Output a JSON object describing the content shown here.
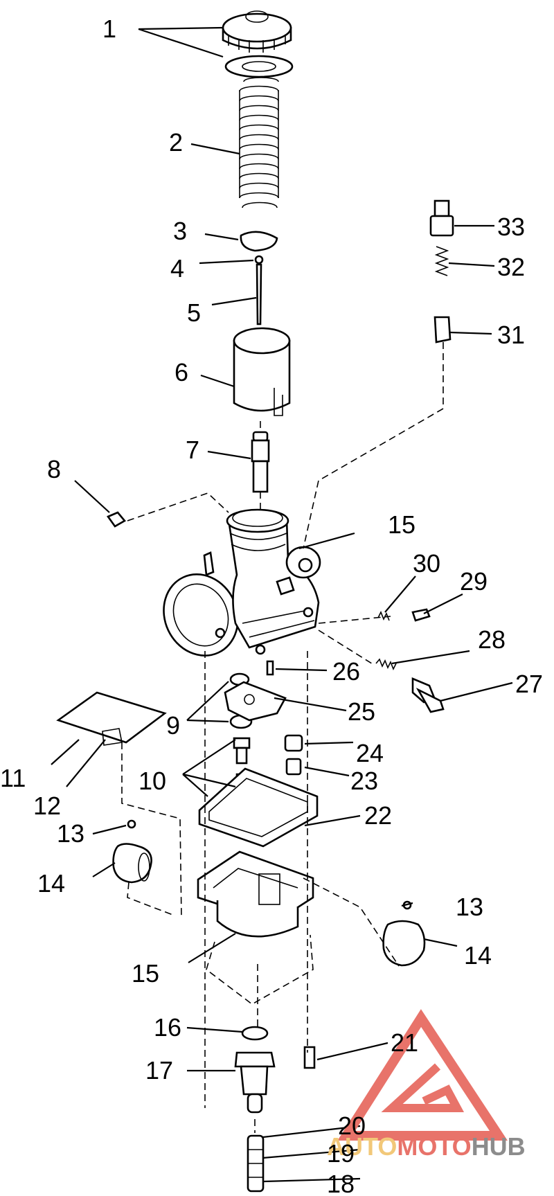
{
  "callouts": [
    {
      "id": "c1",
      "text": "1"
    },
    {
      "id": "c2",
      "text": "2"
    },
    {
      "id": "c3",
      "text": "3"
    },
    {
      "id": "c4",
      "text": "4"
    },
    {
      "id": "c5",
      "text": "5"
    },
    {
      "id": "c6",
      "text": "6"
    },
    {
      "id": "c7",
      "text": "7"
    },
    {
      "id": "c8",
      "text": "8"
    },
    {
      "id": "c9",
      "text": "9"
    },
    {
      "id": "c10",
      "text": "10"
    },
    {
      "id": "c11",
      "text": "11"
    },
    {
      "id": "c12",
      "text": "12"
    },
    {
      "id": "c13a",
      "text": "13"
    },
    {
      "id": "c13b",
      "text": "13"
    },
    {
      "id": "c14a",
      "text": "14"
    },
    {
      "id": "c14b",
      "text": "14"
    },
    {
      "id": "c15a",
      "text": "15"
    },
    {
      "id": "c15b",
      "text": "15"
    },
    {
      "id": "c16",
      "text": "16"
    },
    {
      "id": "c17",
      "text": "17"
    },
    {
      "id": "c18",
      "text": "18"
    },
    {
      "id": "c19",
      "text": "19"
    },
    {
      "id": "c20",
      "text": "20"
    },
    {
      "id": "c21",
      "text": "21"
    },
    {
      "id": "c22",
      "text": "22"
    },
    {
      "id": "c23",
      "text": "23"
    },
    {
      "id": "c24",
      "text": "24"
    },
    {
      "id": "c25",
      "text": "25"
    },
    {
      "id": "c26",
      "text": "26"
    },
    {
      "id": "c27",
      "text": "27"
    },
    {
      "id": "c28",
      "text": "28"
    },
    {
      "id": "c29",
      "text": "29"
    },
    {
      "id": "c30",
      "text": "30"
    },
    {
      "id": "c31",
      "text": "31"
    },
    {
      "id": "c32",
      "text": "32"
    },
    {
      "id": "c33",
      "text": "33"
    }
  ],
  "watermark": {
    "part_a": "AUTO",
    "part_b": "MOTO",
    "part_c": "HUB",
    "colors": {
      "red": "#e8736a",
      "yellow": "#f2c879",
      "gray": "#8c8c8c"
    }
  }
}
